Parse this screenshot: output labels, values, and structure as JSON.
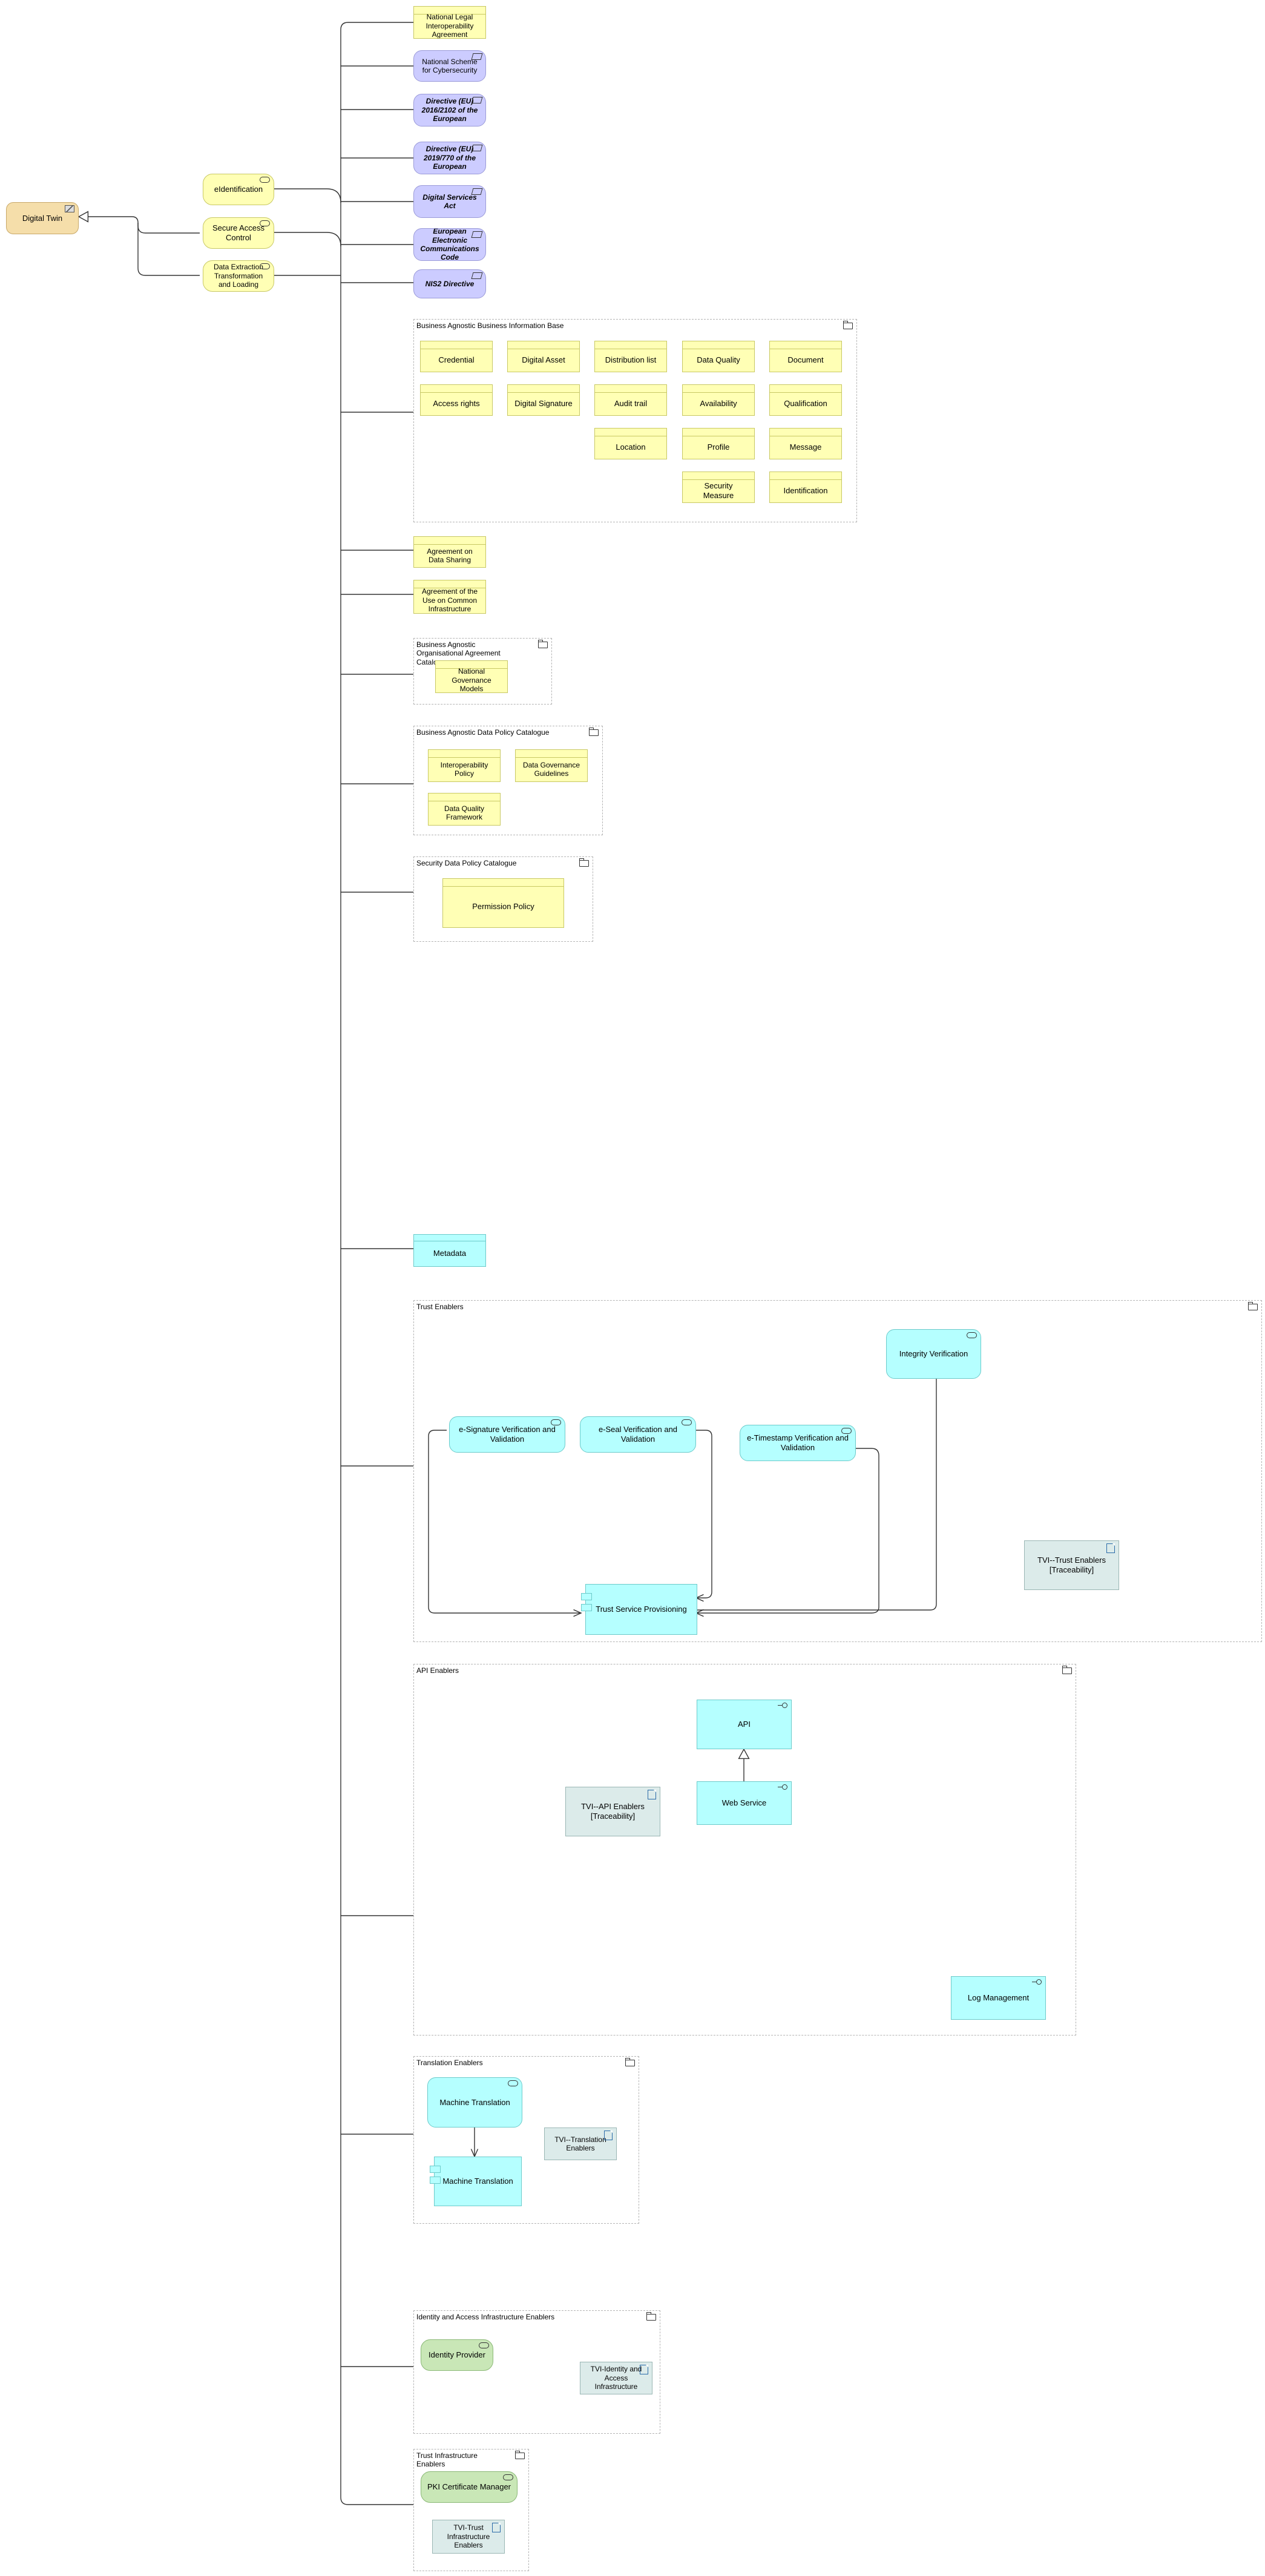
{
  "elements": {
    "digital_twin": "Digital Twin",
    "eidentification": "eIdentification",
    "secure_access": "Secure Access Control",
    "data_etl": "Data Extraction Transformation and Loading",
    "req1": "National Legal Interoperability Agreement",
    "req2": "National Scheme for Cybersecurity",
    "req3": "Directive (EU) 2016/2102 of the European",
    "req4": "Directive (EU) 2019/770 of the European",
    "req5": "Digital Services Act",
    "req6": "European Electronic Communications Code",
    "req7": "NIS2 Directive",
    "agreement_data_sharing": "Agreement on Data Sharing",
    "agreement_common_infra": "Agreement of the Use on Common Infrastructure",
    "metadata": "Metadata"
  },
  "groups": {
    "bib": {
      "label": "Business Agnostic Business Information Base",
      "items": [
        "Credential",
        "Digital Asset",
        "Distribution list",
        "Data Quality",
        "Document",
        "Access rights",
        "Digital Signature",
        "Audit trail",
        "Availability",
        "Qualification",
        "Location",
        "Profile",
        "Message",
        "Security Measure",
        "Identification"
      ]
    },
    "org": {
      "label": "Business Agnostic Organisational Agreement Catalogue",
      "item": "National Governance Models"
    },
    "policy": {
      "label": "Business Agnostic Data Policy Catalogue",
      "items": [
        "Interoperability Policy",
        "Data Governance Guidelines",
        "Data Quality Framework"
      ]
    },
    "security": {
      "label": "Security Data Policy Catalogue",
      "item": "Permission Policy"
    },
    "trust": {
      "label": "Trust Enablers",
      "integrity": "Integrity Verification",
      "esig": "e-Signature Verification and Validation",
      "eseal": "e-Seal Verification and Validation",
      "etime": "e-Timestamp Verification and Validation",
      "tsp": "Trust Service Provisioning",
      "tvi": "TVI--Trust Enablers [Traceability]"
    },
    "api": {
      "label": "API Enablers",
      "api": "API",
      "web": "Web Service",
      "tvi": "TVI--API Enablers [Traceability]",
      "log": "Log Management"
    },
    "translation": {
      "label": "Translation Enablers",
      "svc": "Machine Translation",
      "comp": "Machine Translation",
      "tvi": "TVI--Translation Enablers"
    },
    "identity": {
      "label": "Identity and Access Infrastructure Enablers",
      "idp": "Identity Provider",
      "tvi": "TVI-Identity and Access Infrastructure"
    },
    "trustinfra": {
      "label": "Trust Infrastructure Enablers",
      "pki": "PKI Certificate Manager",
      "tvi": "TVI-Trust Infrastructure Enablers"
    }
  },
  "colors": {
    "business": "#ffffb5",
    "requirement": "#ccccff",
    "application": "#b5ffff",
    "technology": "#c9e7b7",
    "tvi": "#dcebea",
    "twin": "#f5deaa"
  }
}
